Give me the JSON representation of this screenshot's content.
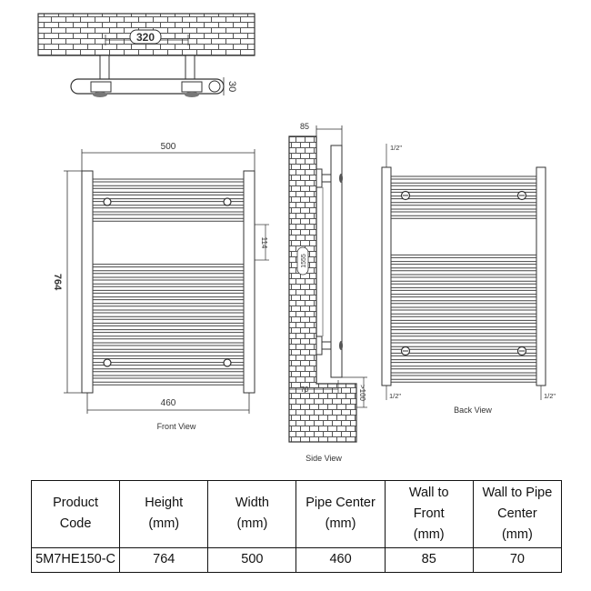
{
  "dimensions": {
    "top_width": "320",
    "top_depth": "30",
    "front_width": "500",
    "front_height": "764",
    "front_pipe_centre": "460",
    "front_rail_gap": "114",
    "side_wall_to_front": "85",
    "side_height": "1555",
    "side_wall_to_pipe": "70",
    "side_floor": ">100",
    "back_thread_top": "1/2\"",
    "back_thread_bottom_left": "1/2\"",
    "back_thread_bottom_right": "1/2\""
  },
  "captions": {
    "front": "Front View",
    "side": "Side View",
    "back": "Back View"
  },
  "table": {
    "headers": [
      "Product\nCode",
      "Height\n(mm)",
      "Width\n(mm)",
      "Pipe Center\n(mm)",
      "Wall to\nFront\n(mm)",
      "Wall to Pipe\nCenter\n(mm)"
    ],
    "row": [
      "5M7HE150-C",
      "764",
      "500",
      "460",
      "85",
      "70"
    ]
  },
  "colors": {
    "line": "#333333",
    "brick": "#555555",
    "table_border": "#111111"
  }
}
